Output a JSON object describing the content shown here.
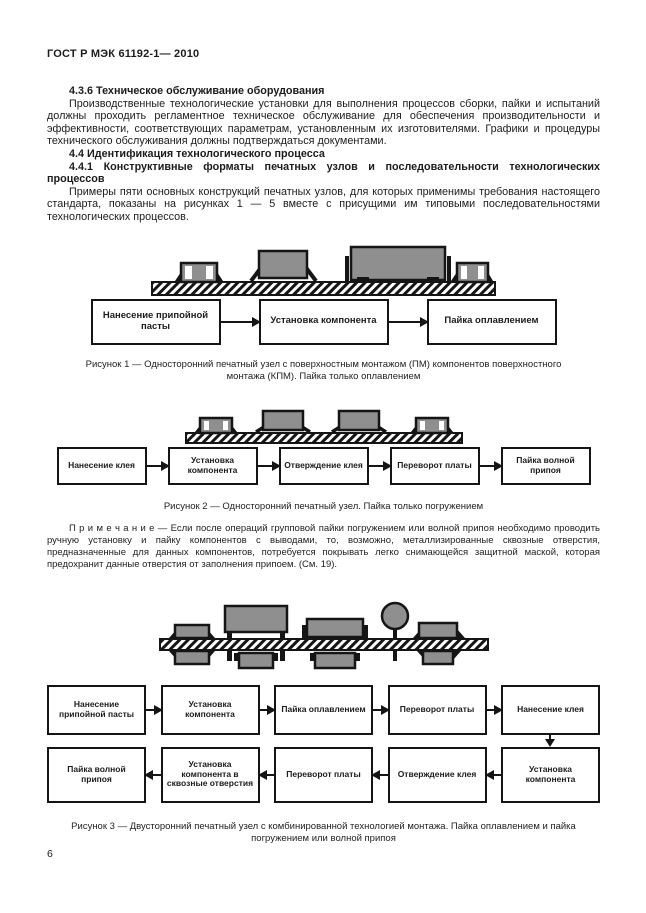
{
  "header": {
    "title": "ГОСТ Р МЭК 61192-1— 2010"
  },
  "page_number": "6",
  "colors": {
    "ink": "#1c1c1c",
    "component_fill": "#8f8f8f",
    "background": "#ffffff"
  },
  "sections": {
    "s436_title": "4.3.6 Техническое обслуживание оборудования",
    "s436_body": "Производственные технологические установки для выполнения процессов сборки, пайки и испытаний должны проходить регламентное техническое обслуживание для обеспечения производительности и эффективности, соответствующих параметрам, установленным их изготовителями. Графики и процедуры технического обслуживания должны подтверждаться документами.",
    "s44_title": "4.4 Идентификация технологического процесса",
    "s441_title": "4.4.1 Конструктивные форматы печатных узлов и последовательности технологических процессов",
    "s441_body": "Примеры пяти основных конструкций печатных узлов, для которых применимы требования настоящего стандарта, показаны на рисунках 1 — 5 вместе с присущими им типовыми последовательностями технологических процессов."
  },
  "figure1": {
    "steps": [
      "Нанесение припойной пасты",
      "Установка компонента",
      "Пайка оплавлением"
    ],
    "caption": "Рисунок 1 — Односторонний печатный узел с поверхностным монтажом (ПМ) компонентов поверхностного монтажа (КПМ). Пайка только оплавлением"
  },
  "figure2": {
    "steps": [
      "Нанесение клея",
      "Установка компонента",
      "Отверждение клея",
      "Переворот платы",
      "Пайка волной припоя"
    ],
    "caption": "Рисунок 2 — Односторонний печатный узел. Пайка только погружением"
  },
  "note": {
    "text": "П р и м е ч а н и е — Если после операций групповой пайки погружением или волной припоя необходимо проводить ручную установку и пайку компонентов с выводами, то, возможно, металлизированные сквозные отверстия, предназначенные для данных компонентов, потребуется покрывать легко снимающейся защитной маской, которая предохранит данные отверстия от заполнения припоем. (См. 19)."
  },
  "figure3": {
    "row1_steps": [
      "Нанесение припойной пасты",
      "Установка компонента",
      "Пайка оплавлением",
      "Переворот платы",
      "Нанесение клея"
    ],
    "row2_steps": [
      "Пайка волной припоя",
      "Установка компонента в сквозные отверстия",
      "Переворот платы",
      "Отверждение клея",
      "Установка компонента"
    ],
    "caption": "Рисунок 3 — Двусторонний печатный узел с комбинированной технологией монтажа. Пайка оплавлением и пайка погружением или волной припоя"
  }
}
